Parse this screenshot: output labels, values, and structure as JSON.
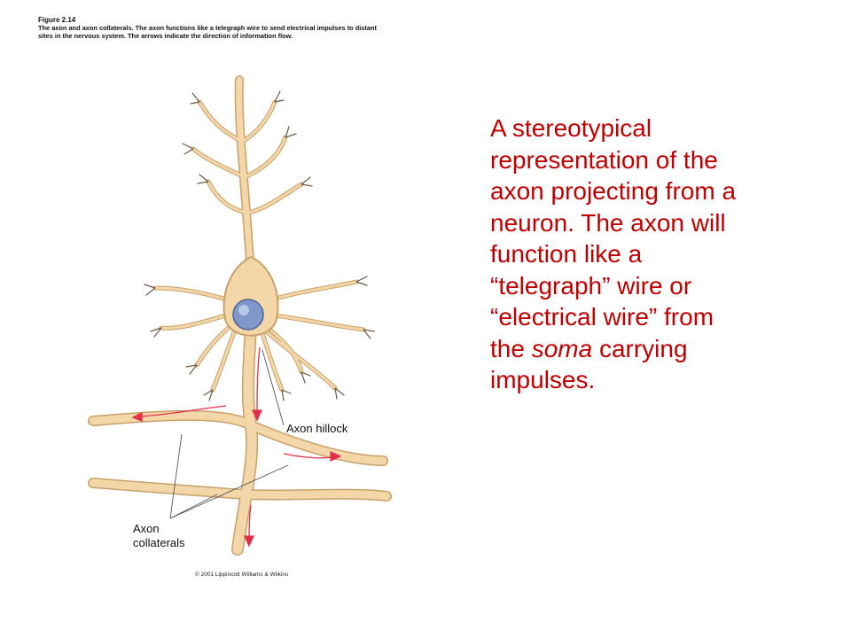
{
  "figure": {
    "number": "Figure 2.14",
    "caption_lines": [
      "The axon and axon collaterals. The axon functions like a telegraph wire to send electrical impulses to distant",
      "sites in the nervous system. The arrows indicate the direction of information flow."
    ]
  },
  "description": {
    "lines": [
      {
        "text": "A stereotypical"
      },
      {
        "text": "representation  of the"
      },
      {
        "text": "axon  projecting  from a"
      },
      {
        "text": "neuron.  The axon  will"
      },
      {
        "text": "function like a"
      },
      {
        "text": "“telegraph”  wire or"
      },
      {
        "text": "“electrical wire” from"
      },
      {
        "pre": "the ",
        "em": "soma",
        "post": " carrying"
      },
      {
        "text": "impulses."
      }
    ]
  },
  "labels": {
    "axon_hillock": "Axon hillock",
    "axon_collaterals": [
      "Axon",
      "collaterals"
    ]
  },
  "copyright": "© 2001 Lippincott Williams & Wilkins",
  "colors": {
    "text_red": "#c00000",
    "neuron_fill": "#f3d7a8",
    "neuron_outline": "#c9a06a",
    "nucleus": "#7f97c9",
    "arrow": "#e0304a"
  }
}
